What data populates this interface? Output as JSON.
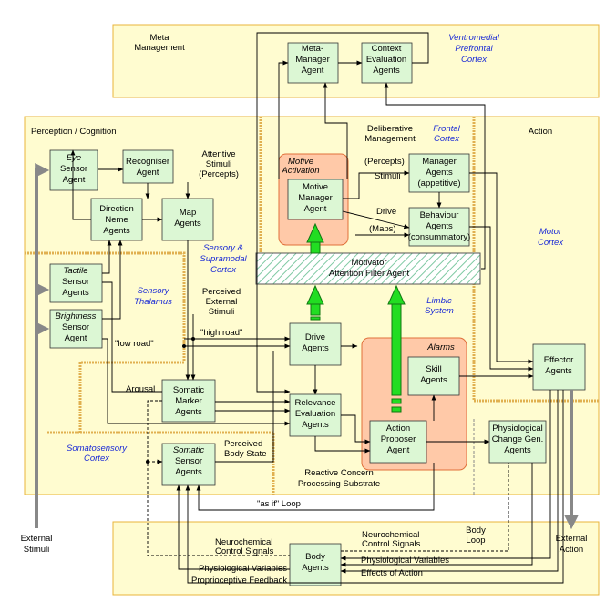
{
  "labels": [
    {
      "id": "meta-management-title",
      "lines": [
        "Meta",
        "Management"
      ],
      "style": "normal"
    },
    {
      "id": "ventromedial-title",
      "lines": [
        "Ventromedial",
        "Prefrontal",
        "Cortex"
      ],
      "style": "blue"
    },
    {
      "id": "perception-title",
      "lines": [
        "Perception / Cognition"
      ],
      "style": "normal"
    },
    {
      "id": "deliberative-title",
      "lines": [
        "Deliberative",
        "Management"
      ],
      "style": "normal"
    },
    {
      "id": "frontal-cortex-title",
      "lines": [
        "Frontal",
        "Cortex"
      ],
      "style": "blue"
    },
    {
      "id": "action-title",
      "lines": [
        "Action"
      ],
      "style": "normal"
    },
    {
      "id": "motor-cortex-title",
      "lines": [
        "Motor",
        "Cortex"
      ],
      "style": "blue"
    },
    {
      "id": "sensory-cortex-title",
      "lines": [
        "Sensory &",
        "Supramodal",
        "Cortex"
      ],
      "style": "blue"
    },
    {
      "id": "sensory-thalamus-title",
      "lines": [
        "Sensory",
        "Thalamus"
      ],
      "style": "blue"
    },
    {
      "id": "limbic-system-title",
      "lines": [
        "Limbic",
        "System"
      ],
      "style": "blue"
    },
    {
      "id": "somatosensory-title",
      "lines": [
        "Somatosensory",
        "Cortex"
      ],
      "style": "blue"
    },
    {
      "id": "motive-activation-title",
      "lines": [
        "Motive",
        "Activation"
      ],
      "style": "ital"
    },
    {
      "id": "alarms-title",
      "lines": [
        "Alarms"
      ],
      "style": "ital"
    },
    {
      "id": "reactive-title",
      "lines": [
        "Reactive Concern",
        "Processing Substrate"
      ],
      "style": "normal"
    },
    {
      "id": "body-loop-title",
      "lines": [
        "Body",
        "Loop"
      ],
      "style": "normal"
    },
    {
      "id": "external-stimuli-title",
      "lines": [
        "External",
        "Stimuli"
      ],
      "style": "normal"
    },
    {
      "id": "external-action-title",
      "lines": [
        "External",
        "Action"
      ],
      "style": "normal"
    },
    {
      "id": "meta-manager-agent",
      "lines": [
        "Meta-",
        "Manager",
        "Agent"
      ],
      "style": "normal"
    },
    {
      "id": "context-evaluation-agents",
      "lines": [
        "Context",
        "Evaluation",
        "Agents"
      ],
      "style": "normal"
    },
    {
      "id": "eye-sensor-agent",
      "lines": [
        "Eye",
        "Sensor",
        "Agent"
      ],
      "style": "firstital"
    },
    {
      "id": "recogniser-agent",
      "lines": [
        "Recogniser",
        "Agent"
      ],
      "style": "normal"
    },
    {
      "id": "direction-neme-agents",
      "lines": [
        "Direction",
        "Neme",
        "Agents"
      ],
      "style": "normal"
    },
    {
      "id": "map-agents",
      "lines": [
        "Map",
        "Agents"
      ],
      "style": "normal"
    },
    {
      "id": "motive-manager-agent",
      "lines": [
        "Motive",
        "Manager",
        "Agent"
      ],
      "style": "normal"
    },
    {
      "id": "manager-agents",
      "lines": [
        "Manager",
        "Agents",
        "(appetitive)"
      ],
      "style": "normal"
    },
    {
      "id": "behaviour-agents",
      "lines": [
        "Behaviour",
        "Agents",
        "(consummatory)"
      ],
      "style": "normal"
    },
    {
      "id": "tactile-sensor-agents",
      "lines": [
        "Tactile",
        "Sensor",
        "Agents"
      ],
      "style": "firstital"
    },
    {
      "id": "brightness-sensor-agent",
      "lines": [
        "Brightness",
        "Sensor",
        "Agent"
      ],
      "style": "firstital"
    },
    {
      "id": "motivator-filter",
      "lines": [
        "Motivator",
        "Attention Filter Agent"
      ],
      "style": "normal"
    },
    {
      "id": "drive-agents",
      "lines": [
        "Drive",
        "Agents"
      ],
      "style": "normal"
    },
    {
      "id": "skill-agents",
      "lines": [
        "Skill",
        "Agents"
      ],
      "style": "normal"
    },
    {
      "id": "effector-agents",
      "lines": [
        "Effector",
        "Agents"
      ],
      "style": "normal"
    },
    {
      "id": "somatic-marker-agents",
      "lines": [
        "Somatic",
        "Marker",
        "Agents"
      ],
      "style": "normal"
    },
    {
      "id": "relevance-evaluation-agents",
      "lines": [
        "Relevance",
        "Evaluation",
        "Agents"
      ],
      "style": "normal"
    },
    {
      "id": "action-proposer-agent",
      "lines": [
        "Action",
        "Proposer",
        "Agent"
      ],
      "style": "normal"
    },
    {
      "id": "physiological-change-agents",
      "lines": [
        "Physiological",
        "Change Gen.",
        "Agents"
      ],
      "style": "normal"
    },
    {
      "id": "somatic-sensor-agents",
      "lines": [
        "Somatic",
        "Sensor",
        "Agents"
      ],
      "style": "firstital"
    },
    {
      "id": "body-agents",
      "lines": [
        "Body",
        "Agents"
      ],
      "style": "normal"
    },
    {
      "id": "attentive-stimuli",
      "lines": [
        "Attentive",
        "Stimuli",
        "(Percepts)"
      ],
      "style": "normal"
    },
    {
      "id": "percepts-label",
      "lines": [
        "(Percepts)"
      ],
      "style": "normal"
    },
    {
      "id": "stimuli-label",
      "lines": [
        "Stimuli"
      ],
      "style": "normal"
    },
    {
      "id": "drive-label",
      "lines": [
        "Drive"
      ],
      "style": "normal"
    },
    {
      "id": "maps-label",
      "lines": [
        "(Maps)"
      ],
      "style": "normal"
    },
    {
      "id": "perceived-external-stimuli",
      "lines": [
        "Perceived",
        "External",
        "Stimuli"
      ],
      "style": "normal"
    },
    {
      "id": "high-road",
      "lines": [
        "\"high road\""
      ],
      "style": "normal"
    },
    {
      "id": "low-road",
      "lines": [
        "\"low road\""
      ],
      "style": "normal"
    },
    {
      "id": "arousal-label",
      "lines": [
        "Arousal"
      ],
      "style": "normal"
    },
    {
      "id": "perceived-body-state",
      "lines": [
        "Perceived",
        "Body State"
      ],
      "style": "normal"
    },
    {
      "id": "as-if-loop",
      "lines": [
        "\"as if\"  Loop"
      ],
      "style": "normal"
    },
    {
      "id": "neurochemical-left",
      "lines": [
        "Neurochemical",
        "Control Signals"
      ],
      "style": "normal"
    },
    {
      "id": "neurochemical-right",
      "lines": [
        "Neurochemical",
        "Control Signals"
      ],
      "style": "normal"
    },
    {
      "id": "physiological-variables-left",
      "lines": [
        "Physiological Variables"
      ],
      "style": "normal"
    },
    {
      "id": "physiological-variables-right",
      "lines": [
        "Physiological Variables"
      ],
      "style": "normal"
    },
    {
      "id": "effects-of-action",
      "lines": [
        "Effects of Action"
      ],
      "style": "normal"
    },
    {
      "id": "proprioceptive-feedback",
      "lines": [
        "Proprioceptive Feedback"
      ],
      "style": "normal"
    }
  ]
}
